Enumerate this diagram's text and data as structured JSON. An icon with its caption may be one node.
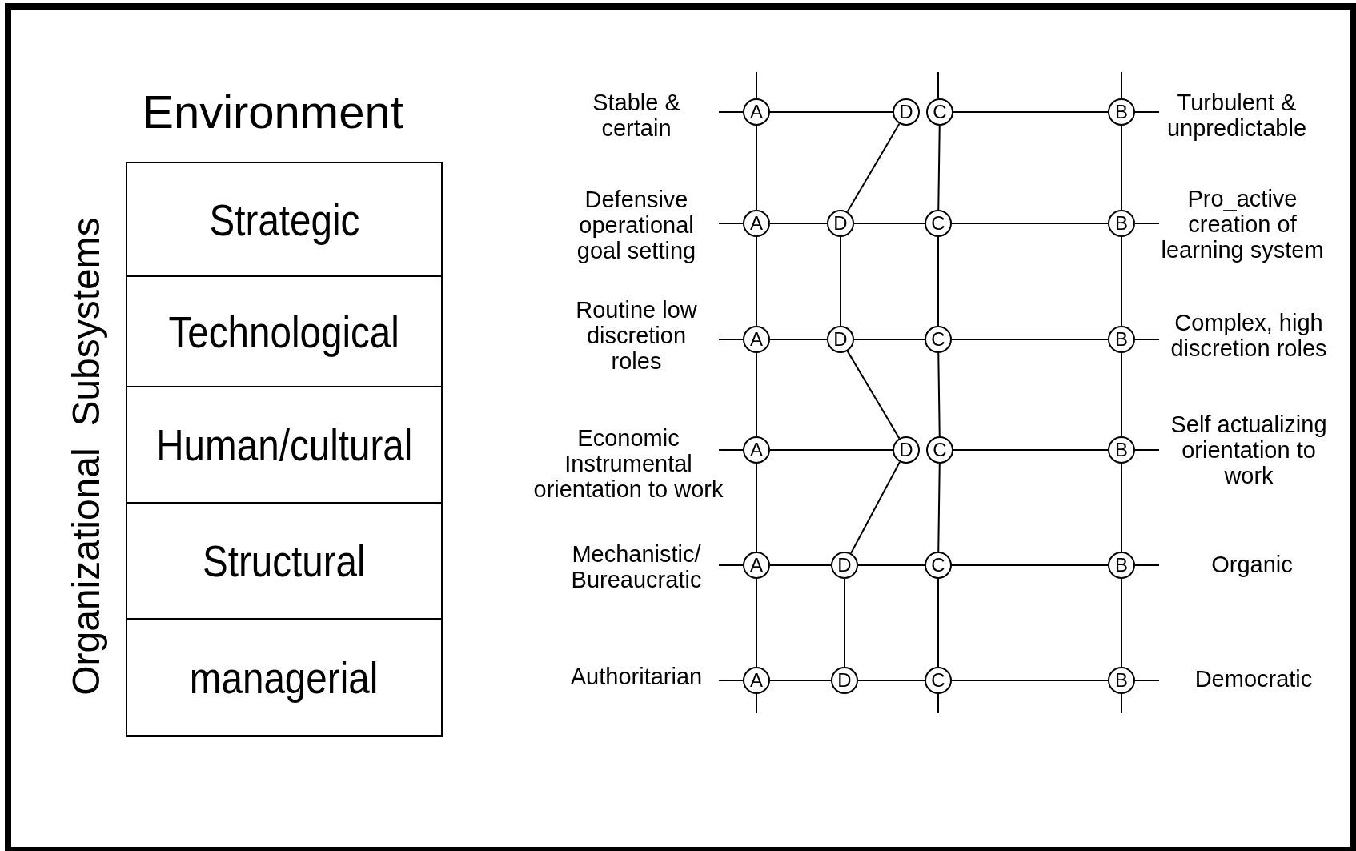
{
  "diagram": {
    "nodes": [
      {
        "text": [
          "Strategic"
        ]
      },
      {
        "text": [
          "Technological"
        ]
      },
      {
        "text": [
          "Human/cultural"
        ]
      },
      {
        "text": [
          "Structural"
        ]
      },
      {
        "text": [
          "managerial"
        ]
      },
      {
        "text": [
          "A"
        ]
      },
      {
        "text": [
          "D"
        ]
      },
      {
        "text": [
          "C"
        ]
      },
      {
        "text": [
          "B"
        ]
      },
      {
        "text": [
          "A"
        ]
      },
      {
        "text": [
          "D"
        ]
      },
      {
        "text": [
          "C"
        ]
      },
      {
        "text": [
          "B"
        ]
      },
      {
        "text": [
          "A"
        ]
      },
      {
        "text": [
          "D"
        ]
      },
      {
        "text": [
          "C"
        ]
      },
      {
        "text": [
          "B"
        ]
      },
      {
        "text": [
          "A"
        ]
      },
      {
        "text": [
          "D"
        ]
      },
      {
        "text": [
          "C"
        ]
      },
      {
        "text": [
          "B"
        ]
      },
      {
        "text": [
          "A"
        ]
      },
      {
        "text": [
          "D"
        ]
      },
      {
        "text": [
          "C"
        ]
      },
      {
        "text": [
          "B"
        ]
      },
      {
        "text": [
          "A"
        ]
      },
      {
        "text": [
          "D"
        ]
      },
      {
        "text": [
          "C"
        ]
      },
      {
        "text": [
          "B"
        ]
      }
    ],
    "edges": [
      {
        "from": 5,
        "to": 6,
        "arrow": "none"
      },
      {
        "from": 7,
        "to": 8,
        "arrow": "none"
      },
      {
        "from": 9,
        "to": 10,
        "arrow": "none"
      },
      {
        "from": 10,
        "to": 11,
        "arrow": "none"
      },
      {
        "from": 11,
        "to": 12,
        "arrow": "none"
      },
      {
        "from": 13,
        "to": 14,
        "arrow": "none"
      },
      {
        "from": 14,
        "to": 15,
        "arrow": "none"
      },
      {
        "from": 15,
        "to": 16,
        "arrow": "none"
      },
      {
        "from": 17,
        "to": 18,
        "arrow": "none"
      },
      {
        "from": 19,
        "to": 20,
        "arrow": "none"
      },
      {
        "from": 21,
        "to": 22,
        "arrow": "none"
      },
      {
        "from": 22,
        "to": 23,
        "arrow": "none"
      },
      {
        "from": 23,
        "to": 24,
        "arrow": "none"
      },
      {
        "from": 25,
        "to": 26,
        "arrow": "none"
      },
      {
        "from": 26,
        "to": 27,
        "arrow": "none"
      },
      {
        "from": 27,
        "to": 28,
        "arrow": "none"
      },
      {
        "from": 5,
        "to": 9,
        "arrow": "none"
      },
      {
        "from": 9,
        "to": 13,
        "arrow": "none"
      },
      {
        "from": 13,
        "to": 17,
        "arrow": "none"
      },
      {
        "from": 17,
        "to": 21,
        "arrow": "none"
      },
      {
        "from": 21,
        "to": 25,
        "arrow": "none"
      },
      {
        "from": 6,
        "to": 10,
        "arrow": "none"
      },
      {
        "from": 10,
        "to": 14,
        "arrow": "none"
      },
      {
        "from": 14,
        "to": 18,
        "arrow": "none"
      },
      {
        "from": 18,
        "to": 22,
        "arrow": "none"
      },
      {
        "from": 22,
        "to": 26,
        "arrow": "none"
      },
      {
        "from": 7,
        "to": 11,
        "arrow": "none"
      },
      {
        "from": 11,
        "to": 15,
        "arrow": "none"
      },
      {
        "from": 15,
        "to": 19,
        "arrow": "none"
      },
      {
        "from": 19,
        "to": 23,
        "arrow": "none"
      },
      {
        "from": 23,
        "to": 27,
        "arrow": "none"
      },
      {
        "from": 8,
        "to": 12,
        "arrow": "none"
      },
      {
        "from": 12,
        "to": 16,
        "arrow": "none"
      },
      {
        "from": 16,
        "to": 20,
        "arrow": "none"
      },
      {
        "from": 20,
        "to": 24,
        "arrow": "none"
      },
      {
        "from": 24,
        "to": 28,
        "arrow": "none"
      }
    ],
    "labels": [
      "Environment",
      "Organizational  Subsystems",
      "Stable & certain",
      "Turbulent & unpredictable",
      "Defensive operational goal setting",
      "Pro_active creation of learning system",
      "Routine low discretion roles",
      "Complex, high discretion roles",
      "Economic Instrumental orientation to work",
      "Self actualizing orientation to work",
      "Mechanistic/ Bureaucratic",
      "Organic",
      "Authoritarian",
      "Democratic"
    ]
  }
}
